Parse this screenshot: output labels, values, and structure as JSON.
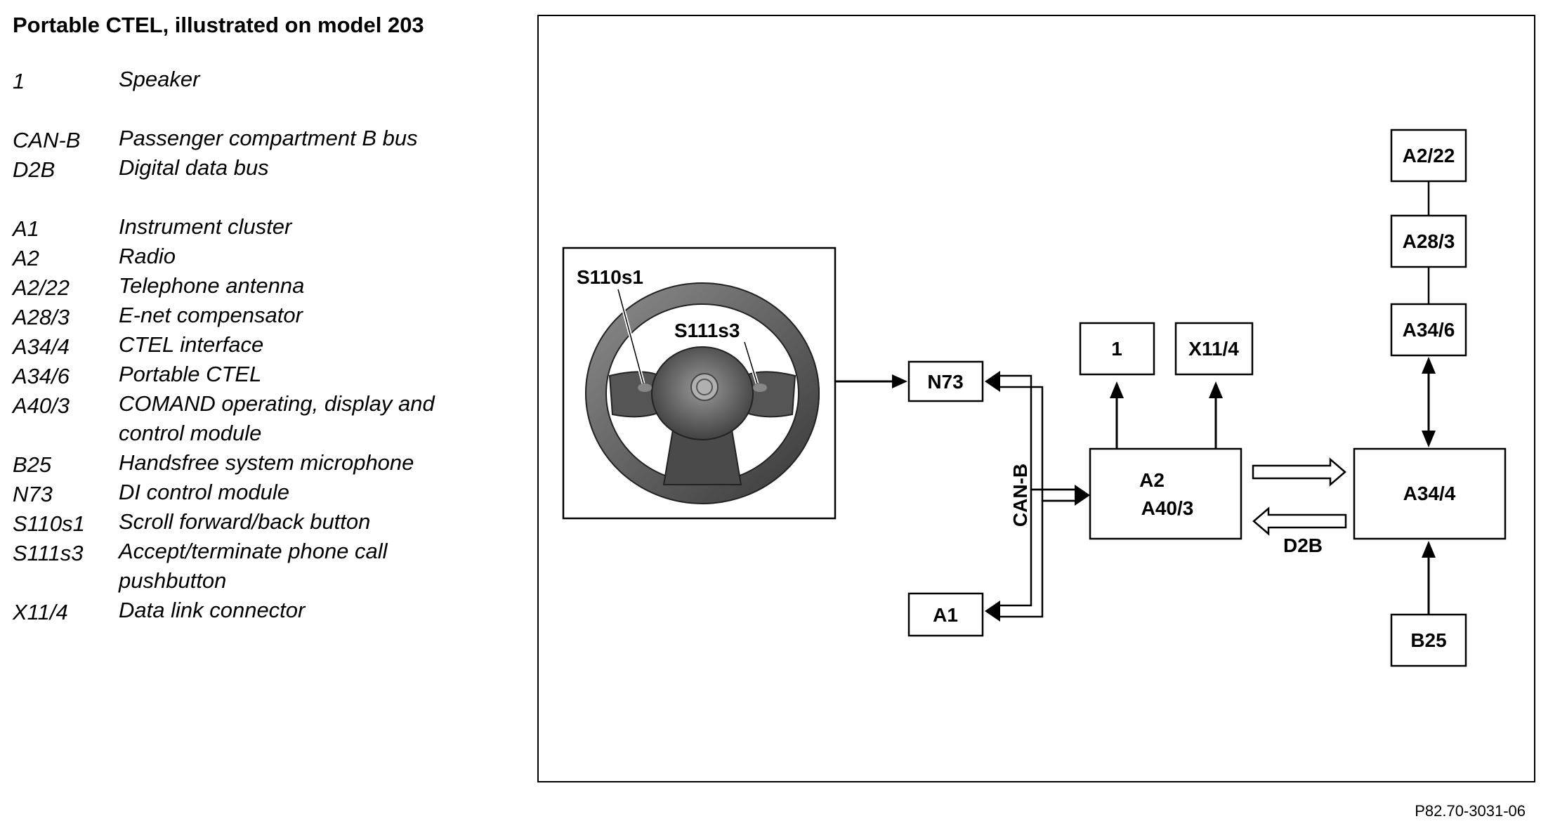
{
  "title": "Portable CTEL, illustrated on model 203",
  "legend": [
    {
      "code": "1",
      "desc": "Speaker"
    },
    {
      "code": "CAN-B",
      "desc": "Passenger compartment B bus"
    },
    {
      "code": "D2B",
      "desc": "Digital data bus"
    },
    {
      "code": "A1",
      "desc": "Instrument cluster"
    },
    {
      "code": "A2",
      "desc": "Radio"
    },
    {
      "code": "A2/22",
      "desc": "Telephone antenna"
    },
    {
      "code": "A28/3",
      "desc": "E-net compensator"
    },
    {
      "code": "A34/4",
      "desc": "CTEL interface"
    },
    {
      "code": "A34/6",
      "desc": "Portable CTEL"
    },
    {
      "code": "A40/3",
      "desc": "COMAND operating, display and control module"
    },
    {
      "code": "B25",
      "desc": "Handsfree system microphone"
    },
    {
      "code": "N73",
      "desc": "DI control module"
    },
    {
      "code": "S110s1",
      "desc": "Scroll forward/back button"
    },
    {
      "code": "S111s3",
      "desc": "Accept/terminate phone call pushbutton"
    },
    {
      "code": "X11/4",
      "desc": "Data link connector"
    }
  ],
  "diagram": {
    "wheel_labels": {
      "left": "S110s1",
      "right": "S111s3"
    },
    "boxes": {
      "n73": "N73",
      "a1": "A1",
      "speaker": "1",
      "x11_4": "X11/4",
      "a2": "A2",
      "a40_3": "A40/3",
      "a2_22": "A2/22",
      "a28_3": "A28/3",
      "a34_6": "A34/6",
      "a34_4": "A34/4",
      "b25": "B25"
    },
    "bus_labels": {
      "can_b": "CAN-B",
      "d2b": "D2B"
    }
  },
  "figure_ref": "P82.70-3031-06"
}
